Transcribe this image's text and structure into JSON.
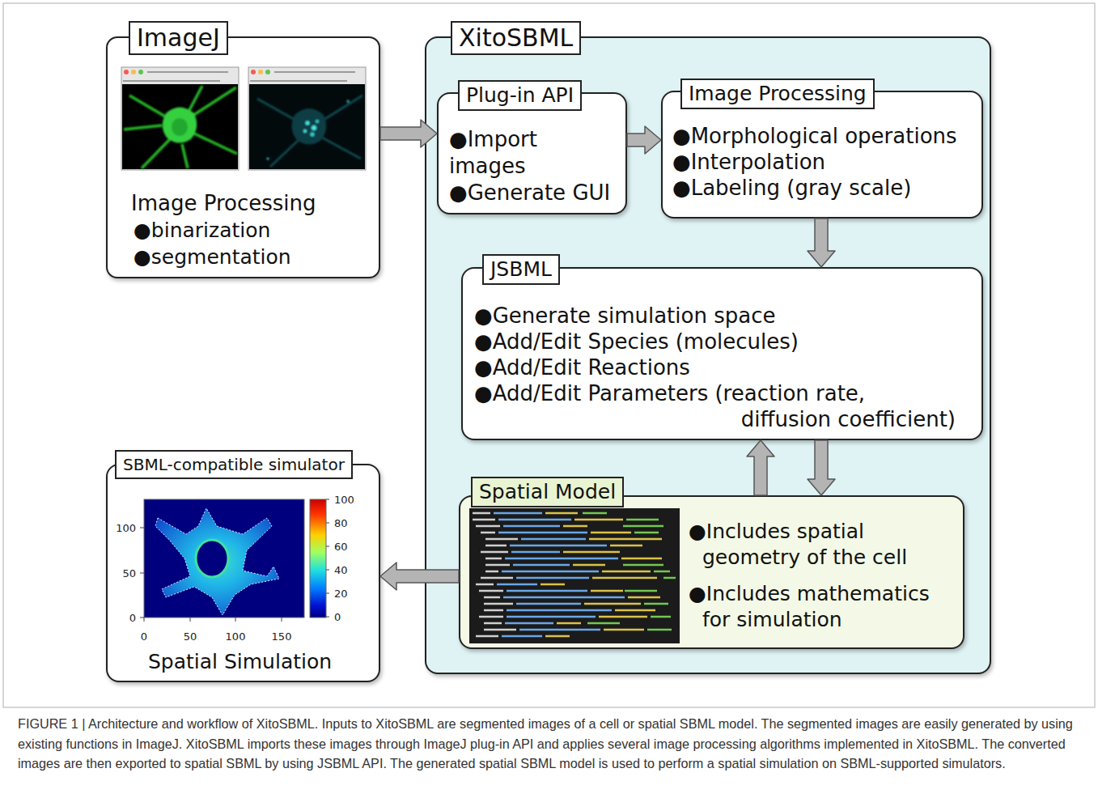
{
  "diagram": {
    "caption": "FIGURE 1 | Architecture and workflow of XitoSBML. Inputs to XitoSBML are segmented images of a cell or spatial SBML model. The segmented images are easily generated by using existing functions in ImageJ. XitoSBML imports these images through ImageJ plug-in API and applies several image processing algorithms implemented in XitoSBML. The converted images are then exported to spatial SBML by using JSBML API. The generated spatial SBML model is used to perform a spatial simulation on SBML-supported simulators.",
    "nodes": [
      {
        "text": [
          "ImageJ",
          "Image Processing",
          "●binarization",
          "●segmentation"
        ]
      },
      {
        "text": [
          "XitoSBML"
        ]
      },
      {
        "text": [
          "Plug-in API",
          "●Import images",
          "●Generate GUI"
        ],
        "in": 1
      },
      {
        "text": [
          "Image Processing",
          "●Morphological operations",
          "●Interpolation",
          "●Labeling (gray scale)"
        ],
        "in": 1
      },
      {
        "text": [
          "JSBML",
          "●Generate simulation space",
          "●Add/Edit Species (molecules)",
          "●Add/Edit Reactions",
          "●Add/Edit Parameters (reaction rate, diffusion coefficient)"
        ],
        "in": 1
      },
      {
        "text": [
          "SBML-compatible simulator",
          "Spatial Simulation"
        ]
      },
      {
        "text": [
          "Spatial Model",
          "●Includes spatial geometry of the cell",
          "●Includes mathematics for simulation"
        ],
        "in": 1
      }
    ],
    "edges": [
      {
        "from": 0,
        "to": 2,
        "arrow": "to"
      },
      {
        "from": 2,
        "to": 3,
        "arrow": "to"
      },
      {
        "from": 3,
        "to": 4,
        "arrow": "to"
      },
      {
        "from": 4,
        "to": 6,
        "arrow": "to"
      },
      {
        "from": 6,
        "to": 4,
        "arrow": "to"
      },
      {
        "from": 6,
        "to": 5,
        "arrow": "to"
      }
    ],
    "labels": [
      "100",
      "50",
      "0",
      "0",
      "50",
      "100",
      "150",
      "100",
      "80",
      "60",
      "40",
      "20",
      "0"
    ]
  }
}
